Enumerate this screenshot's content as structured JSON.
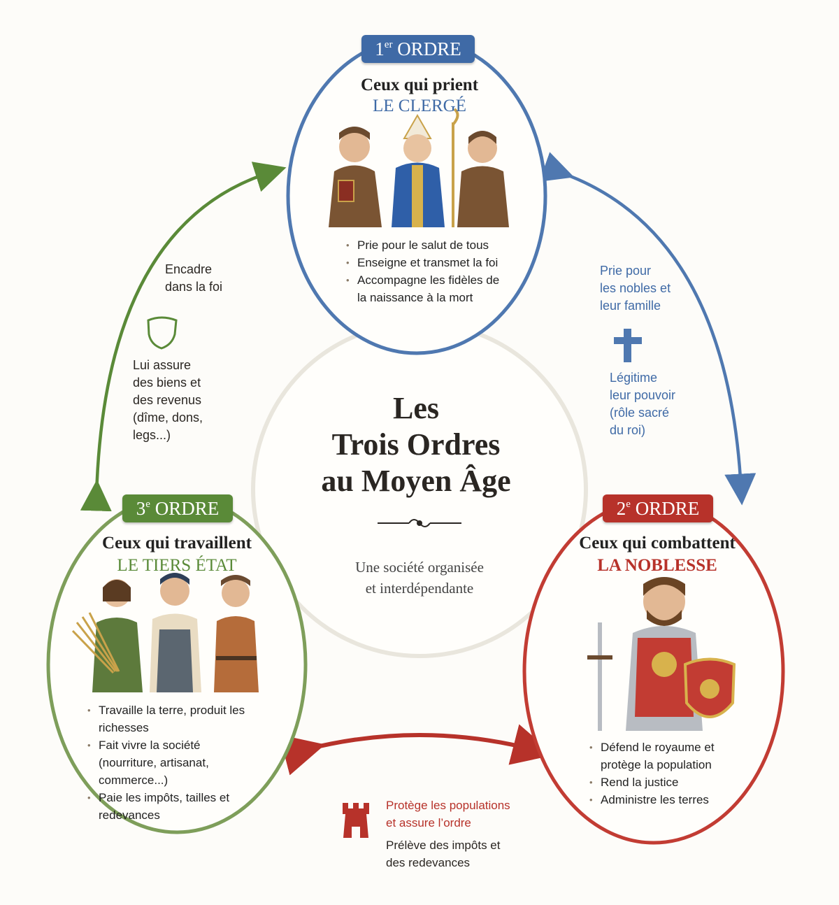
{
  "colors": {
    "clergy": "#4f78b0",
    "noble": "#c23c33",
    "third": "#5a8a38",
    "olive": "#6a9646"
  },
  "center": {
    "title_line1": "Les",
    "title_line2": "Trois Ordres",
    "title_line3": "au Moyen Âge",
    "subtitle_line1": "Une société organisée",
    "subtitle_line2": "et interdépendante"
  },
  "first_order": {
    "num": "1",
    "sup": "er",
    "word": "ORDRE",
    "heading": "Ceux qui prient",
    "name": "LE CLERGÉ",
    "bullets": [
      "Prie pour le salut de tous",
      "Enseigne et transmet la foi",
      "Accompagne les fidèles de la naissance à la mort"
    ]
  },
  "second_order": {
    "num": "2",
    "sup": "e",
    "word": "ORDRE",
    "heading": "Ceux qui combattent",
    "name": "LA NOBLESSE",
    "bullets": [
      "Défend le royaume et protège la population",
      "Rend la justice",
      "Administre les terres"
    ]
  },
  "third_order": {
    "num": "3",
    "sup": "e",
    "word": "ORDRE",
    "heading": "Ceux qui travaillent",
    "name": "LE TIERS ÉTAT",
    "bullets": [
      "Travaille la terre, produit les richesses",
      "Fait vivre la société (nourriture, artisanat, commerce...)",
      "Paie les impôts, tailles et redevances"
    ]
  },
  "relations": {
    "left_top_l1": "Encadre",
    "left_top_l2": "dans la foi",
    "left_icon": "shield-icon",
    "left_bottom_l1": "Lui assure",
    "left_bottom_l2": "des biens et",
    "left_bottom_l3": "des revenus",
    "left_bottom_l4": "(dîme, dons,",
    "left_bottom_l5": "legs...)",
    "right_top_l1": "Prie pour",
    "right_top_l2": "les nobles et",
    "right_top_l3": "leur famille",
    "right_icon": "cross-icon",
    "right_bottom_l1": "Légitime",
    "right_bottom_l2": "leur pouvoir",
    "right_bottom_l3": "(rôle sacré",
    "right_bottom_l4": "du roi)",
    "bottom_icon": "tower-icon",
    "bottom_red_l1": "Protège les populations",
    "bottom_red_l2": "et assure l’ordre",
    "bottom_l1": "Prélève des impôts et",
    "bottom_l2": "des redevances"
  }
}
